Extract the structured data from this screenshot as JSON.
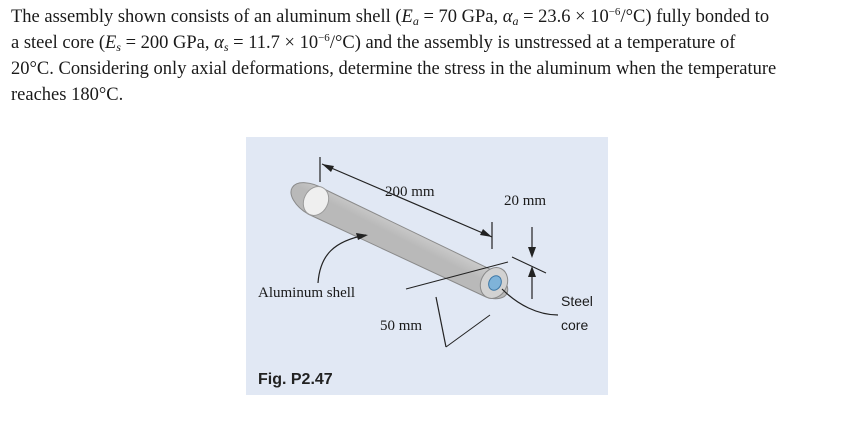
{
  "problem": {
    "l1": {
      "a": "The assembly shown consists of an aluminum shell (",
      "b": "E",
      "b_sub": "a",
      "c": " = 70 GPa, ",
      "d": "α",
      "d_sub": "a",
      "e": " = 23.6 × 10",
      "e_sup": "−6",
      "f": "/°C) fully bonded to"
    },
    "l2": {
      "a": "a steel core (",
      "b": "E",
      "b_sub": "s",
      "c": " = 200 GPa, ",
      "d": "α",
      "d_sub": "s",
      "e": " = 11.7 × 10",
      "e_sup": "−6",
      "f": "/°C) and the assembly is unstressed at a temperature of"
    },
    "l3": "20°C. Considering only axial deformations, determine the stress in the aluminum when the temperature",
    "l4": "reaches 180°C."
  },
  "figure": {
    "dim_length": "200 mm",
    "dim_core": "20 mm",
    "dim_shell": "50 mm",
    "label_shell": "Aluminum shell",
    "label_core_1": "Steel",
    "label_core_2": "core",
    "caption": "Fig. P2.47",
    "colors": {
      "background": "#e1e8f4",
      "shell": "#dcdcdc",
      "core": "#7fb3d9"
    }
  }
}
